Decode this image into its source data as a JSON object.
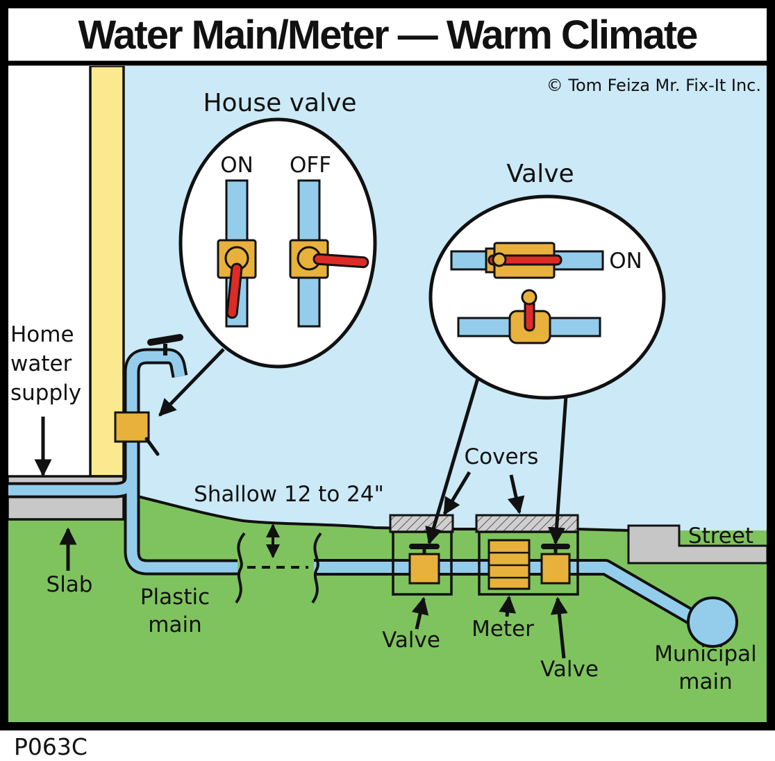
{
  "title": "Water Main/Meter — Warm Climate",
  "copyright": "© Tom Feiza Mr. Fix-It Inc.",
  "code": "P063C",
  "colors": {
    "sky": "#cbe9f6",
    "grass": "#7fc35e",
    "pipe": "#94cdec",
    "brass": "#e8b13c",
    "handle_red": "#df2b26",
    "concrete": "#c8c8c8",
    "wall_yellow": "#fbe98f"
  },
  "callouts": {
    "house_valve": {
      "title": "House valve",
      "on_label": "ON",
      "off_label": "OFF"
    },
    "street_valve": {
      "title": "Valve",
      "on_label": "ON"
    }
  },
  "labels": {
    "home_water_supply": [
      "Home",
      "water",
      "supply"
    ],
    "slab": "Slab",
    "plastic_main": [
      "Plastic",
      "main"
    ],
    "shallow_depth": "Shallow 12 to 24\"",
    "covers": "Covers",
    "valve_left": "Valve",
    "meter": "Meter",
    "valve_right": "Valve",
    "street": "Street",
    "municipal_main": [
      "Municipal",
      "main"
    ]
  }
}
